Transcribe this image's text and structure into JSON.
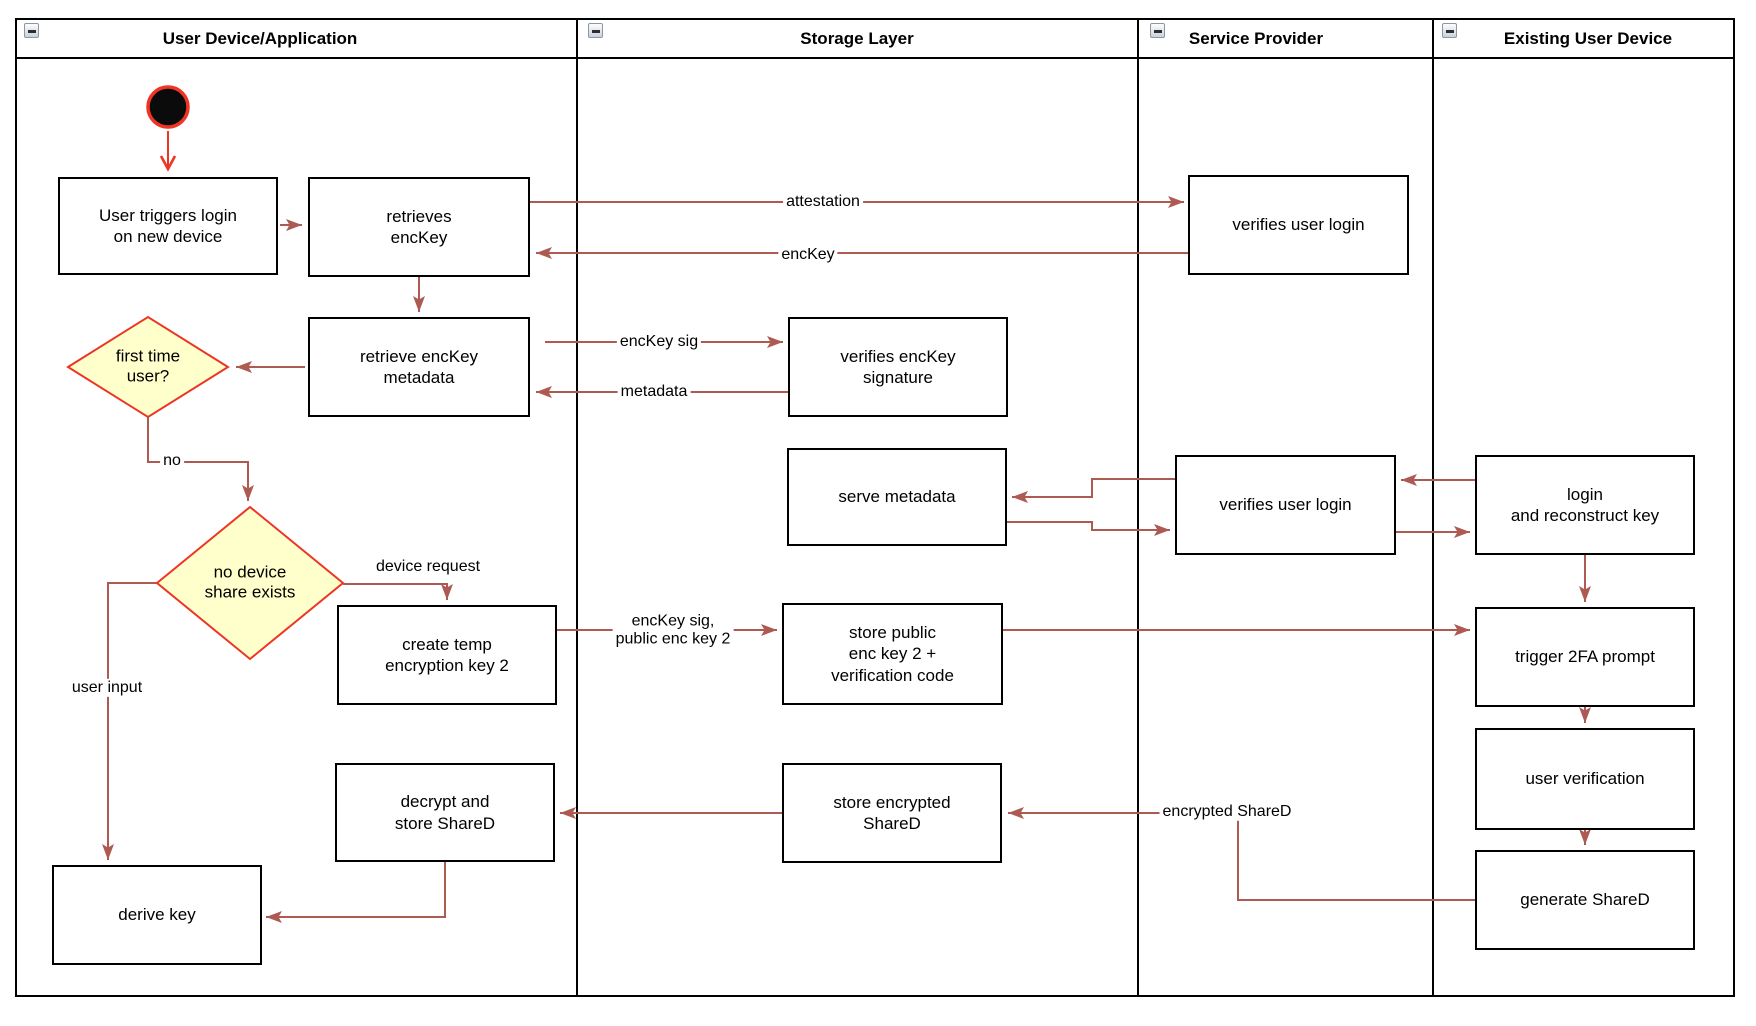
{
  "diagram": {
    "lanes": [
      {
        "id": "user-device",
        "title": "User Device/Application"
      },
      {
        "id": "storage-layer",
        "title": "Storage Layer"
      },
      {
        "id": "service-provider",
        "title": "Service Provider"
      },
      {
        "id": "existing-user-device",
        "title": "Existing User Device"
      }
    ],
    "nodes": {
      "user_triggers": {
        "label": "User triggers login\non new device"
      },
      "retrieves_enckey": {
        "label": "retrieves\nencKey"
      },
      "retrieve_metadata": {
        "label": "retrieve encKey\nmetadata"
      },
      "first_time_user": {
        "label": "first time\nuser?"
      },
      "no_device_share": {
        "label": "no device\nshare exists"
      },
      "create_temp_key": {
        "label": "create temp\nencryption key 2"
      },
      "decrypt_store_shared": {
        "label": "decrypt and\nstore ShareD"
      },
      "derive_key": {
        "label": "derive key"
      },
      "verifies_enckey_signature": {
        "label": "verifies encKey\nsignature"
      },
      "serve_metadata": {
        "label": "serve metadata"
      },
      "store_public_key": {
        "label": "store public\nenc key 2 +\nverification code"
      },
      "store_encrypted_shared": {
        "label": "store encrypted\nShareD"
      },
      "verifies_user_login_top": {
        "label": "verifies user login"
      },
      "verifies_user_login_mid": {
        "label": "verifies user login"
      },
      "login_reconstruct": {
        "label": "login\nand reconstruct key"
      },
      "trigger_2fa": {
        "label": "trigger 2FA prompt"
      },
      "user_verification": {
        "label": "user verification"
      },
      "generate_shared": {
        "label": "generate ShareD"
      }
    },
    "edge_labels": {
      "attestation": "attestation",
      "enckey": "encKey",
      "enckey_sig": "encKey sig",
      "metadata": "metadata",
      "no": "no",
      "device_request": "device request",
      "enckey_sig_public": "encKey sig,\npublic enc key 2",
      "user_input": "user input",
      "encrypted_shared": "encrypted ShareD"
    },
    "colors": {
      "arrow": "#ad5b52",
      "accent_red": "#ee3524",
      "diamond_fill": "#ffffcc",
      "shape_border": "#000000"
    }
  }
}
